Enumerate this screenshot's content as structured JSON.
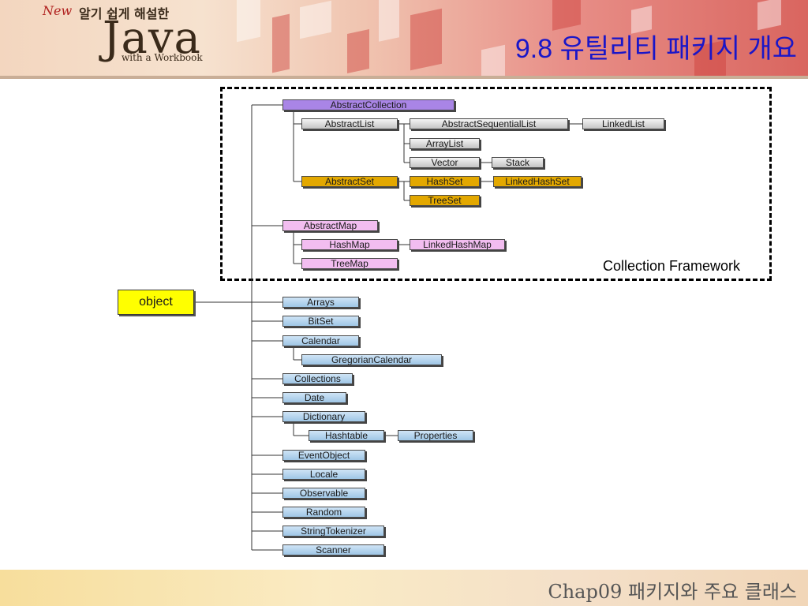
{
  "header": {
    "logo_new": "New",
    "logo_korean": "알기 쉽게 해설한",
    "logo_java": "Java",
    "logo_sub": "with a Workbook",
    "title": "9.8 유틸리티 패키지 개요"
  },
  "frame": {
    "label": "Collection Framework"
  },
  "footer": {
    "text": "Chap09 패키지와 주요 클래스"
  },
  "colors": {
    "title": "#1a16c8",
    "blue_box": "#a9cde9",
    "gray_box": "#d6d6d6",
    "orange_box": "#e3a800",
    "purple_box": "#a985e6",
    "pink_box": "#f2bdf0",
    "root_box": "#ffff00"
  },
  "diagram": {
    "root": "object",
    "nodes": [
      {
        "id": "abstractcollection",
        "label": "AbstractCollection",
        "parent": "object"
      },
      {
        "id": "abstractlist",
        "label": "AbstractList",
        "parent": "abstractcollection"
      },
      {
        "id": "abstractsequentiallist",
        "label": "AbstractSequentialList",
        "parent": "abstractlist"
      },
      {
        "id": "linkedlist",
        "label": "LinkedList",
        "parent": "abstractsequentiallist"
      },
      {
        "id": "arraylist",
        "label": "ArrayList",
        "parent": "abstractlist"
      },
      {
        "id": "vector",
        "label": "Vector",
        "parent": "abstractlist"
      },
      {
        "id": "stack",
        "label": "Stack",
        "parent": "vector"
      },
      {
        "id": "abstractset",
        "label": "AbstractSet",
        "parent": "abstractcollection"
      },
      {
        "id": "hashset",
        "label": "HashSet",
        "parent": "abstractset"
      },
      {
        "id": "linkedhashset",
        "label": "LinkedHashSet",
        "parent": "hashset"
      },
      {
        "id": "treeset",
        "label": "TreeSet",
        "parent": "abstractset"
      },
      {
        "id": "abstractmap",
        "label": "AbstractMap",
        "parent": "object"
      },
      {
        "id": "hashmap",
        "label": "HashMap",
        "parent": "abstractmap"
      },
      {
        "id": "linkedhashmap",
        "label": "LinkedHashMap",
        "parent": "hashmap"
      },
      {
        "id": "treemap",
        "label": "TreeMap",
        "parent": "abstractmap"
      },
      {
        "id": "arrays",
        "label": "Arrays",
        "parent": "object"
      },
      {
        "id": "bitset",
        "label": "BitSet",
        "parent": "object"
      },
      {
        "id": "calendar",
        "label": "Calendar",
        "parent": "object"
      },
      {
        "id": "gregoriancalendar",
        "label": "GregorianCalendar",
        "parent": "calendar"
      },
      {
        "id": "collections",
        "label": "Collections",
        "parent": "object"
      },
      {
        "id": "date",
        "label": "Date",
        "parent": "object"
      },
      {
        "id": "dictionary",
        "label": "Dictionary",
        "parent": "object"
      },
      {
        "id": "hashtable",
        "label": "Hashtable",
        "parent": "dictionary"
      },
      {
        "id": "properties",
        "label": "Properties",
        "parent": "hashtable"
      },
      {
        "id": "eventobject",
        "label": "EventObject",
        "parent": "object"
      },
      {
        "id": "locale",
        "label": "Locale",
        "parent": "object"
      },
      {
        "id": "observable",
        "label": "Observable",
        "parent": "object"
      },
      {
        "id": "random",
        "label": "Random",
        "parent": "object"
      },
      {
        "id": "stringtokenizer",
        "label": "StringTokenizer",
        "parent": "object"
      },
      {
        "id": "scanner",
        "label": "Scanner",
        "parent": "object"
      }
    ]
  }
}
